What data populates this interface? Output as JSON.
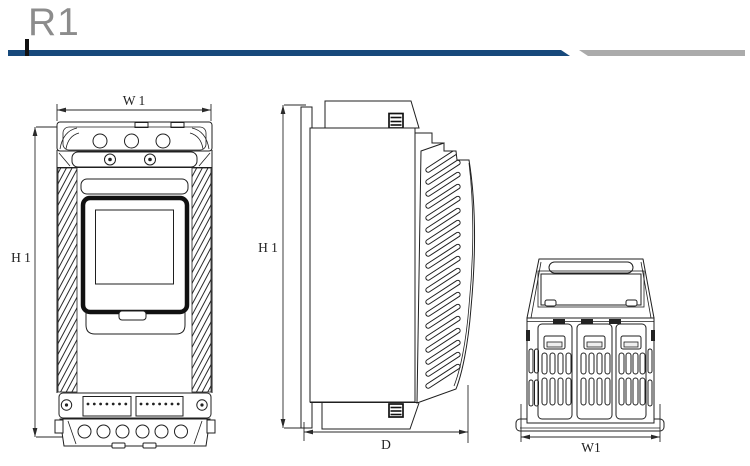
{
  "header": {
    "title": "R1",
    "accent_bar_color": "#17497b",
    "secondary_bar_color": "#ababab"
  },
  "drawing": {
    "line_color": "#1f1f1f",
    "views": {
      "front": {
        "width_label": "W 1",
        "height_label": "H 1"
      },
      "side": {
        "height_label": "H 1",
        "depth_label": "D"
      },
      "bottom": {
        "width_label": "W1"
      }
    }
  }
}
